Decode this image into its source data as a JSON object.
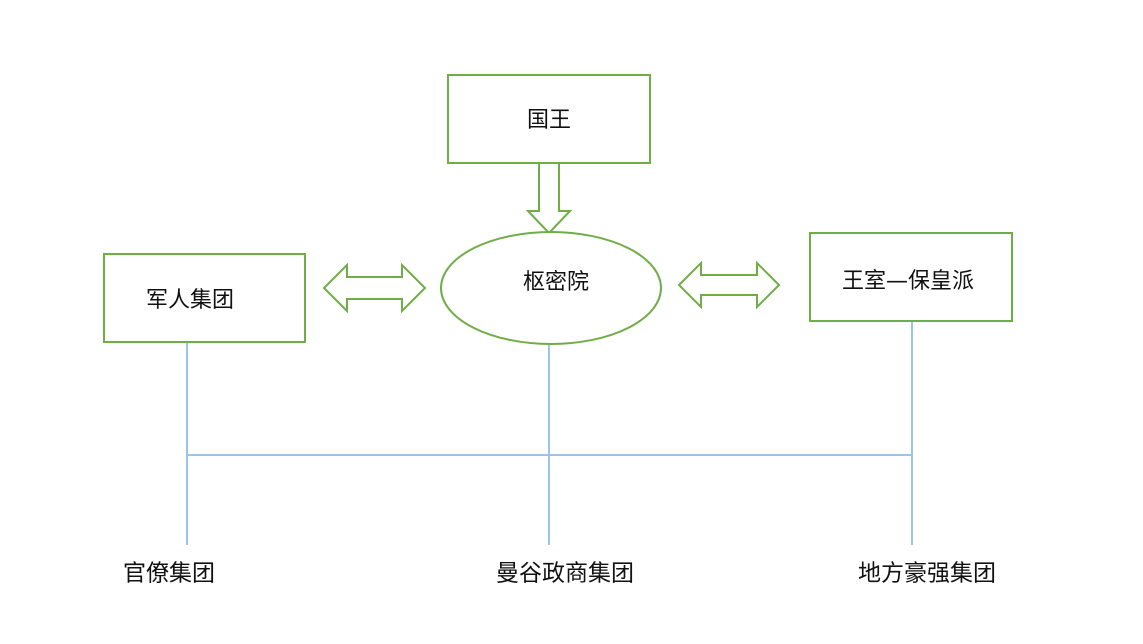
{
  "diagram": {
    "nodes": {
      "king": "国王",
      "privy_council": "枢密院",
      "military_group": "军人集团",
      "royalist_group": "王室—保皇派"
    },
    "groups": {
      "bureaucrat_group": "官僚集团",
      "bangkok_business_group": "曼谷政商集团",
      "local_gentry_group": "地方豪强集团"
    }
  },
  "colors": {
    "node_border": "#70ad47",
    "connector_line": "#9dc3e6",
    "text": "#111111"
  }
}
